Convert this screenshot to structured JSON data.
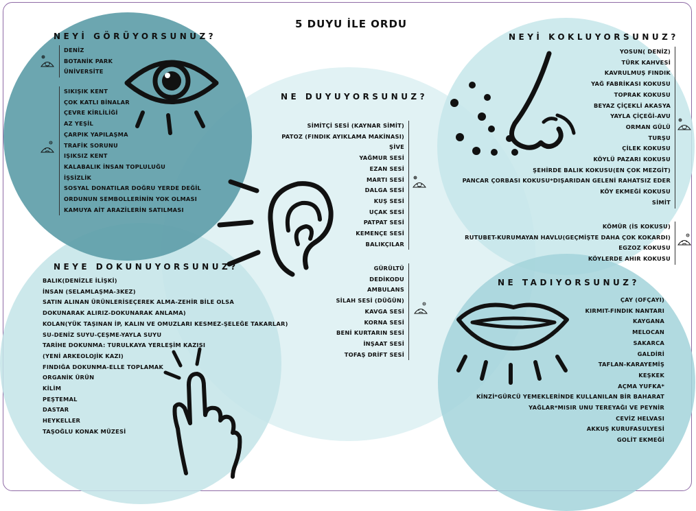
{
  "title": "5 DUYU İLE ORDU",
  "sections": {
    "see": {
      "heading": "NEYİ GÖRÜYORSUNUZ?",
      "positive": [
        "DENİZ",
        "BOTANİK PARK",
        "ÜNİVERSİTE"
      ],
      "negative": [
        "SIKIŞIK KENT",
        "ÇOK KATLI BİNALAR",
        "ÇEVRE KİRLİLİĞİ",
        "AZ YEŞİL",
        "ÇARPIK YAPILAŞMA",
        "TRAFİK SORUNU",
        "IŞIKSIZ KENT",
        "KALABALIK İNSAN TOPLULUĞU",
        "İŞSİZLİK",
        "SOSYAL DONATILAR DOĞRU YERDE DEĞİL",
        "ORDUNUN SEMBOLLERİNİN YOK OLMASI",
        "KAMUYA AİT ARAZİLERİN SATILMASI"
      ]
    },
    "hear": {
      "heading": "NE DUYUYORSUNUZ?",
      "positive": [
        "SİMİTÇİ SESİ (KAYNAR SİMİT)",
        "PATOZ (FINDIK AYIKLAMA MAKİNASI)",
        "ŞİVE",
        "YAĞMUR SESİ",
        "EZAN SESİ",
        "MARTI SESİ",
        "DALGA SESİ",
        "KUŞ SESİ",
        "UÇAK SESİ",
        "PATPAT SESİ",
        "KEMENÇE SESİ",
        "BALIKÇILAR"
      ],
      "negative": [
        "GÜRÜLTÜ",
        "DEDİKODU",
        "AMBULANS",
        "SİLAH SESİ (DÜĞÜN)",
        "KAVGA SESİ",
        "KORNA SESİ",
        "BENİ KURTARIN SESİ",
        "İNŞAAT SESİ",
        "TOFAŞ DRİFT SESİ"
      ]
    },
    "smell": {
      "heading": "NEYİ KOKLUYORSUNUZ?",
      "positive": [
        "YOSUN( DENİZ)",
        "TÜRK KAHVESİ",
        "KAVRULMUŞ FINDIK",
        "YAĞ FABRİKASI KOKUSU",
        "TOPRAK KOKUSU",
        "BEYAZ ÇİÇEKLİ AKASYA",
        "YAYLA ÇİÇEĞİ-AVU",
        "ORMAN GÜLÜ",
        "TURŞU",
        "ÇİLEK KOKUSU",
        "KÖYLÜ PAZARI KOKUSU",
        "ŞEHİRDE BALIK KOKUSU(EN ÇOK MEZGİT)",
        "PANCAR ÇORBASI KOKUSU*DIŞARIDAN GELENİ RAHATSIZ EDER",
        "KÖY EKMEĞİ KOKUSU",
        "SİMİT"
      ],
      "negative": [
        "KÖMÜR (İS KOKUSU)",
        "RUTUBET-KURUMAYAN HAVLU(GEÇMİŞTE DAHA ÇOK KOKARDI)",
        "EGZOZ KOKUSU",
        "KÖYLERDE AHIR KOKUSU"
      ]
    },
    "touch": {
      "heading": "NEYE DOKUNUYORSUNUZ?",
      "items": [
        "BALIK(DENİZLE İLİŞKİ)",
        "İNSAN (SELAMLAŞMA-3KEZ)",
        "SATIN ALINAN ÜRÜNLERİSEÇEREK ALMA-ZEHİR BİLE OLSA",
        "DOKUNARAK ALIRIZ-DOKUNARAK ANLAMA)",
        "KOLAN(YÜK TAŞINAN İP, KALIN VE OMUZLARI KESMEZ-ŞELEĞE TAKARLAR)",
        "SU-DENİZ SUYU-ÇEŞME-YAYLA SUYU",
        "TARİHE DOKUNMA: TURULKAYA YERLEŞİM KAZISI",
        "(YENİ ARKEOLOJİK KAZI)",
        "FINDIĞA DOKUNMA-ELLE TOPLAMAK",
        "ORGANİK ÜRÜN",
        "KİLİM",
        "PEŞTEMAL",
        "DASTAR",
        "HEYKELLER",
        "TAŞOĞLU KONAK MÜZESİ"
      ]
    },
    "taste": {
      "heading": "NE TADIYORSUNUZ?",
      "items": [
        "ÇAY (OFÇAYI)",
        "KIRMIT-FINDIK NANTARI",
        "KAYGANA",
        "MELOCAN",
        "SAKARCA",
        "GALDİRİ",
        "TAFLAN-KARAYEMİŞ",
        "KEŞKEK",
        "AÇMA YUFKA*",
        "KİNZİ*GÜRCÜ YEMEKLERİNDE KULLANILAN BİR BAHARAT",
        "YAĞLAR*MISIR UNU TEREYAĞI VE PEYNİR",
        "CEVİZ HELVASI",
        "AKKUŞ KURUFASULYESİ",
        "GOLİT EKMEĞİ"
      ]
    }
  },
  "icons": {
    "eye": "eye-icon",
    "ear": "ear-icon",
    "nose": "nose-icon",
    "mouth": "mouth-icon",
    "hand": "hand-icon",
    "happy": "happy-face-icon",
    "sad": "sad-face-icon"
  },
  "colors": {
    "see_circle": "#5f9ea9",
    "hear_circle": "#d9eff1",
    "smell_circle": "#c6e6ea",
    "touch_circle": "#c3e4e8",
    "taste_circle": "#a3d3da",
    "frame": "#8e6aa5"
  }
}
